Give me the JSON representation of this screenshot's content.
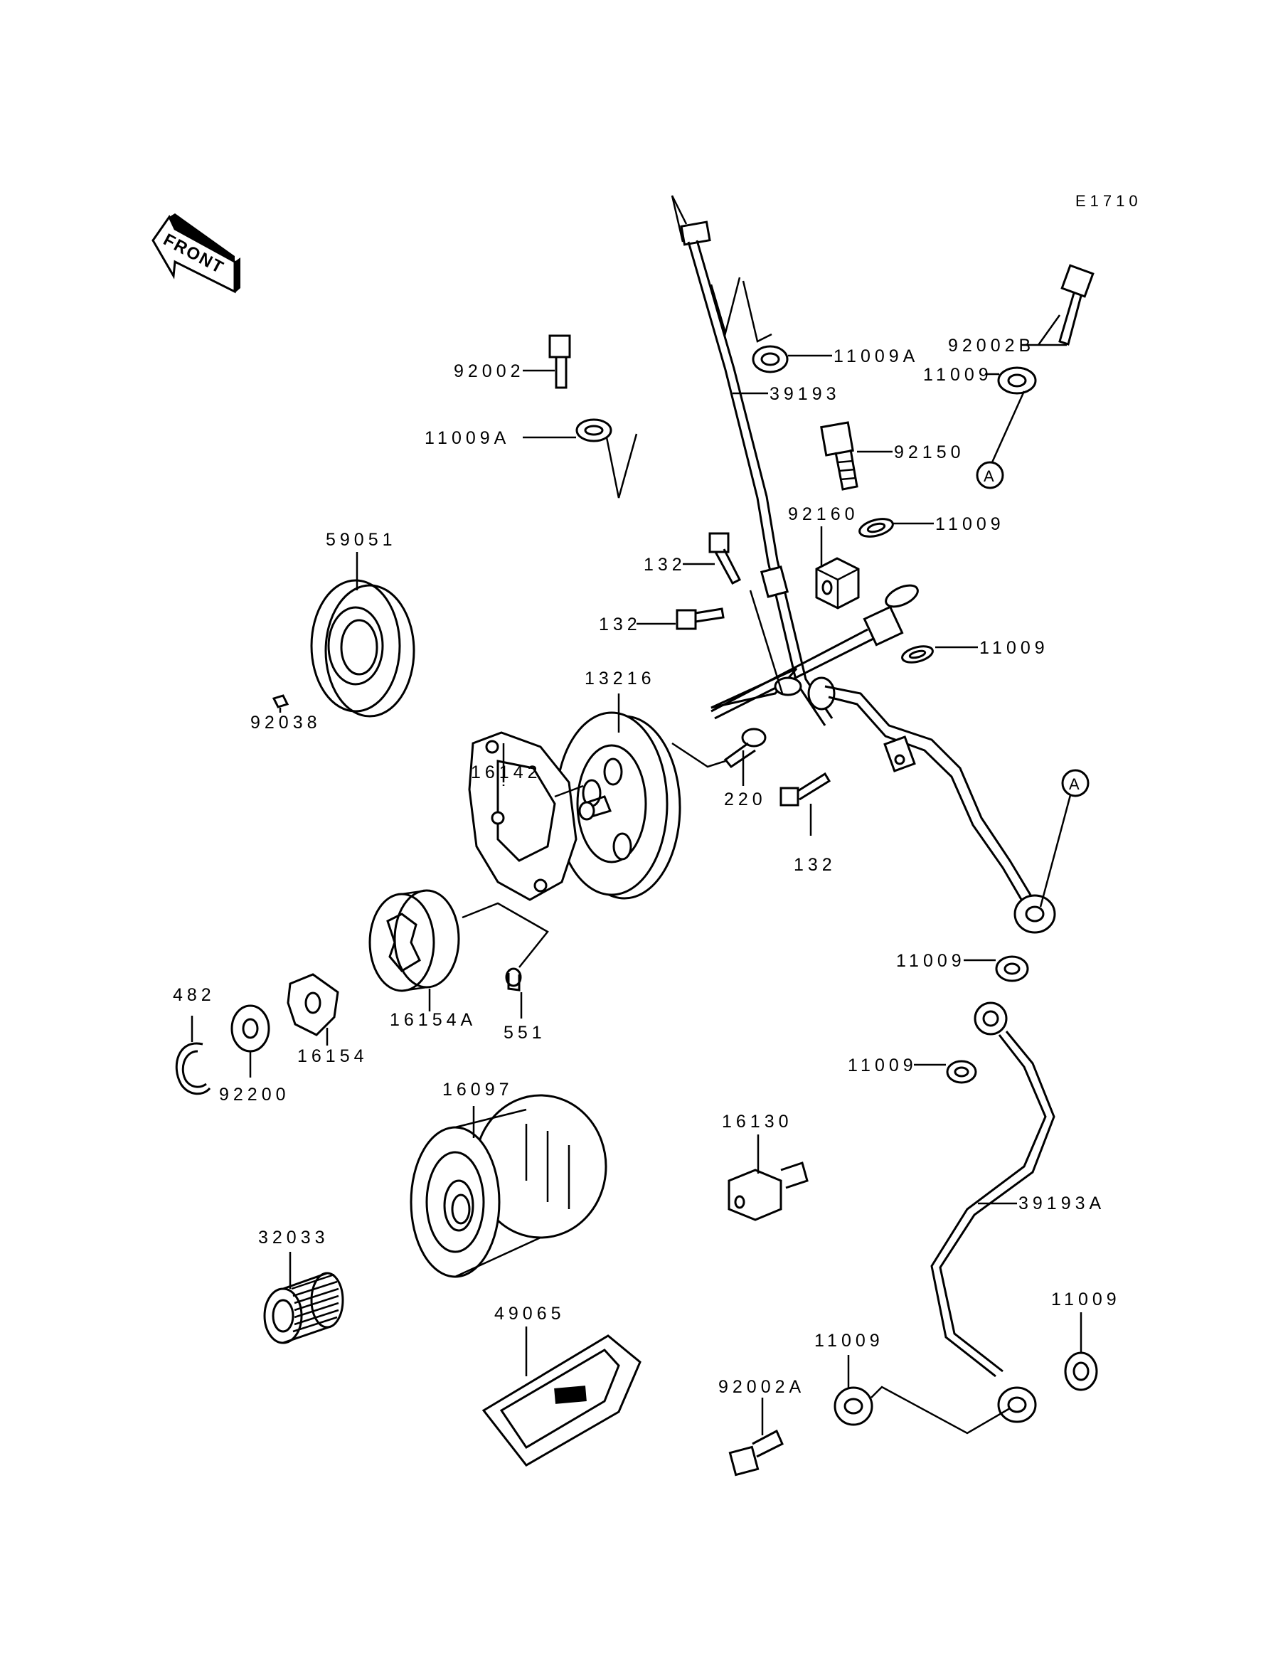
{
  "diagram": {
    "code": "E1710",
    "front_label": "FRONT",
    "ref_marker": "A",
    "colors": {
      "ink": "#000000",
      "paper": "#ffffff"
    },
    "parts": [
      {
        "id": "p-92002b",
        "number": "92002B",
        "name": "bolt"
      },
      {
        "id": "p-11009a-top",
        "number": "11009A",
        "name": "gasket"
      },
      {
        "id": "p-92002",
        "number": "92002",
        "name": "bolt"
      },
      {
        "id": "p-11009-top",
        "number": "11009",
        "name": "gasket"
      },
      {
        "id": "p-39193",
        "number": "39193",
        "name": "oil pipe"
      },
      {
        "id": "p-11009a-mid",
        "number": "11009A",
        "name": "gasket"
      },
      {
        "id": "p-92150",
        "number": "92150",
        "name": "bolt"
      },
      {
        "id": "p-92160",
        "number": "92160",
        "name": "block"
      },
      {
        "id": "p-11009-mid1",
        "number": "11009",
        "name": "gasket"
      },
      {
        "id": "p-59051",
        "number": "59051",
        "name": "gear"
      },
      {
        "id": "p-132-a",
        "number": "132",
        "name": "bolt"
      },
      {
        "id": "p-132-b",
        "number": "132",
        "name": "bolt"
      },
      {
        "id": "p-11009-mid2",
        "number": "11009",
        "name": "gasket"
      },
      {
        "id": "p-92038",
        "number": "92038",
        "name": "key"
      },
      {
        "id": "p-13216",
        "number": "13216",
        "name": "gear"
      },
      {
        "id": "p-16142",
        "number": "16142",
        "name": "pump cover"
      },
      {
        "id": "p-220",
        "number": "220",
        "name": "screw"
      },
      {
        "id": "p-132-c",
        "number": "132",
        "name": "bolt"
      },
      {
        "id": "p-11009-low1",
        "number": "11009",
        "name": "gasket"
      },
      {
        "id": "p-482",
        "number": "482",
        "name": "circlip"
      },
      {
        "id": "p-16154a",
        "number": "16154A",
        "name": "outer rotor"
      },
      {
        "id": "p-551",
        "number": "551",
        "name": "pin"
      },
      {
        "id": "p-11009-low2",
        "number": "11009",
        "name": "gasket"
      },
      {
        "id": "p-16154",
        "number": "16154",
        "name": "inner rotor"
      },
      {
        "id": "p-92200",
        "number": "92200",
        "name": "washer"
      },
      {
        "id": "p-16097",
        "number": "16097",
        "name": "oil filter"
      },
      {
        "id": "p-16130",
        "number": "16130",
        "name": "nipple"
      },
      {
        "id": "p-39193a",
        "number": "39193A",
        "name": "oil pipe"
      },
      {
        "id": "p-32033",
        "number": "32033",
        "name": "spring"
      },
      {
        "id": "p-11009-right",
        "number": "11009",
        "name": "gasket"
      },
      {
        "id": "p-49065",
        "number": "49065",
        "name": "screen"
      },
      {
        "id": "p-11009-bot",
        "number": "11009",
        "name": "gasket"
      },
      {
        "id": "p-92002a",
        "number": "92002A",
        "name": "bolt"
      }
    ]
  }
}
